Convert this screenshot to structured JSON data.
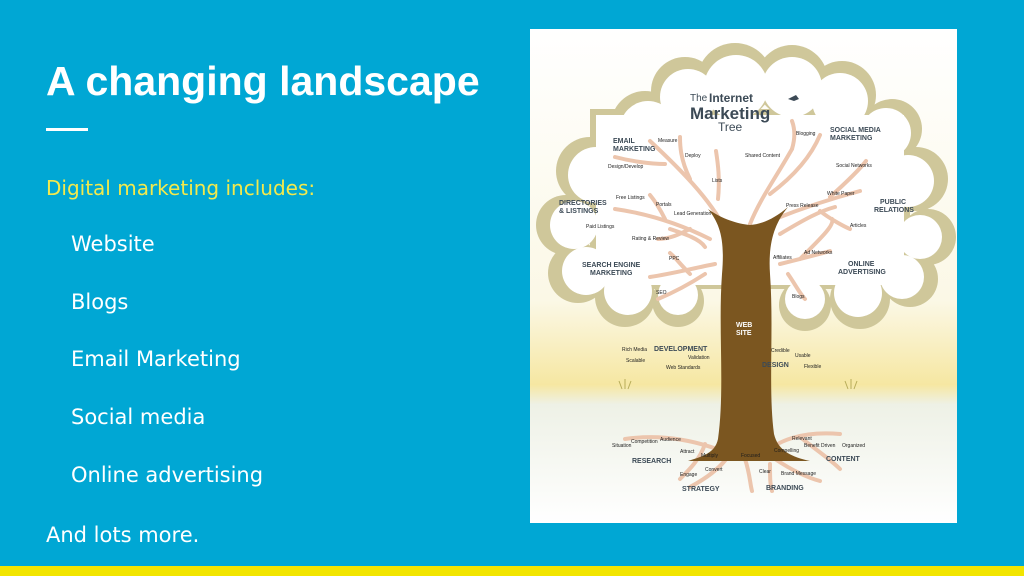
{
  "slide": {
    "title": "A changing landscape",
    "intro": "Digital marketing includes:",
    "bullets": [
      "Website",
      "Blogs",
      "Email Marketing",
      "Social media",
      "Online advertising"
    ],
    "outro": "And lots more."
  },
  "colors": {
    "background": "#00a7d4",
    "intro_text": "#f3e94c",
    "body_text": "#ffffff",
    "footer_bar": "#f2e500"
  },
  "image": {
    "logo_small": "The",
    "logo_big": "Internet",
    "logo_big2": "Marketing",
    "logo_small2": "Tree",
    "categories": {
      "email": [
        "EMAIL",
        "MARKETING"
      ],
      "social": [
        "SOCIAL MEDIA",
        "MARKETING"
      ],
      "directories": [
        "DIRECTORIES",
        "& LISTINGS"
      ],
      "public": [
        "PUBLIC",
        "RELATIONS"
      ],
      "search": [
        "SEARCH ENGINE",
        "MARKETING"
      ],
      "online": [
        "ONLINE",
        "ADVERTISING"
      ],
      "development": "DEVELOPMENT",
      "design": "DESIGN",
      "research": "RESEARCH",
      "content": "CONTENT",
      "strategy": "STRATEGY",
      "branding": "BRANDING"
    },
    "trunk": [
      "WEB",
      "SITE"
    ],
    "leaves": {
      "measure": "Measure",
      "deploy": "Deploy",
      "design_develop": "Design/Develop",
      "lists": "Lists",
      "shared_content": "Shared Content",
      "blogging": "Blogging",
      "social_networks": "Social Networks",
      "free_listings": "Free Listings",
      "portals": "Portals",
      "lead_generation": "Lead Generation",
      "paid_listings": "Paid Listings",
      "rating_review": "Rating & Review",
      "white_paper": "White Paper",
      "press_release": "Press Release",
      "articles": "Articles",
      "ppc": "PPC",
      "seo": "SEO",
      "ad_networks": "Ad Networks",
      "affiliates": "Affiliates",
      "blogs": "Blogs",
      "rich_media": "Rich Media",
      "validation": "Validation",
      "scalable": "Scalable",
      "web_standards": "Web Standards",
      "credible": "Credible",
      "usable": "Usable",
      "flexible": "Flexible",
      "situation": "Situation",
      "competition": "Competition",
      "audience": "Audience",
      "attract": "Attract",
      "multiply": "Multiply",
      "focused": "Focused",
      "compelling": "Compelling",
      "relevant": "Relevant",
      "benefit_driven": "Benefit Driven",
      "organized": "Organized",
      "engage": "Engage",
      "convert": "Convert",
      "clear": "Clear",
      "brand_message": "Brand Message"
    }
  }
}
